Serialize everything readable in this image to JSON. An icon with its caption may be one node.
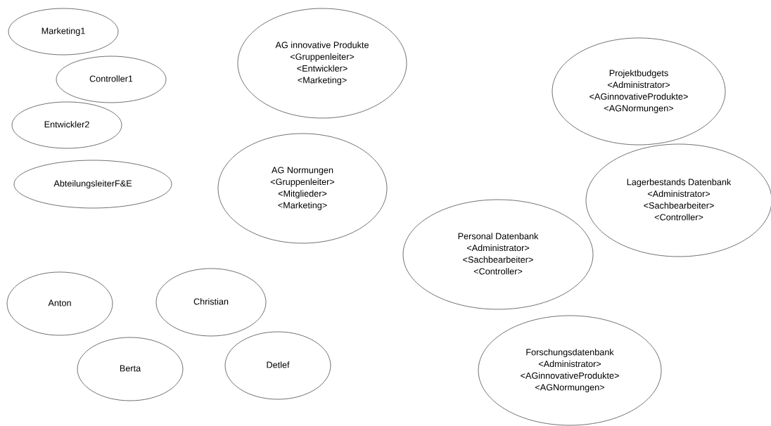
{
  "diagram": {
    "nodes": [
      {
        "text": [
          "Marketing1"
        ]
      },
      {
        "text": [
          "AG innovative Produkte",
          "<Gruppenleiter>",
          "<Entwickler>",
          "<Marketing>"
        ]
      },
      {
        "text": [
          "Controller1"
        ]
      },
      {
        "text": [
          "Projektbudgets",
          "<Administrator>",
          "<AGinnovativeProdukte>",
          "<AGNormungen>"
        ]
      },
      {
        "text": [
          "Entwickler2"
        ]
      },
      {
        "text": [
          "AbteilungsleiterF&E"
        ]
      },
      {
        "text": [
          "AG Normungen",
          "<Gruppenleiter>",
          "<Mitglieder>",
          "<Marketing>"
        ]
      },
      {
        "text": [
          "Lagerbestands Datenbank",
          "<Administrator>",
          "<Sachbearbeiter>",
          "<Controller>"
        ]
      },
      {
        "text": [
          "Personal Datenbank",
          "<Administrator>",
          "<Sachbearbeiter>",
          "<Controller>"
        ]
      },
      {
        "text": [
          "Anton"
        ]
      },
      {
        "text": [
          "Christian"
        ]
      },
      {
        "text": [
          "Forschungsdatenbank",
          "<Administrator>",
          "<AGinnovativeProdukte>",
          "<AGNormungen>"
        ]
      },
      {
        "text": [
          "Berta"
        ]
      },
      {
        "text": [
          "Detlef"
        ]
      }
    ]
  }
}
